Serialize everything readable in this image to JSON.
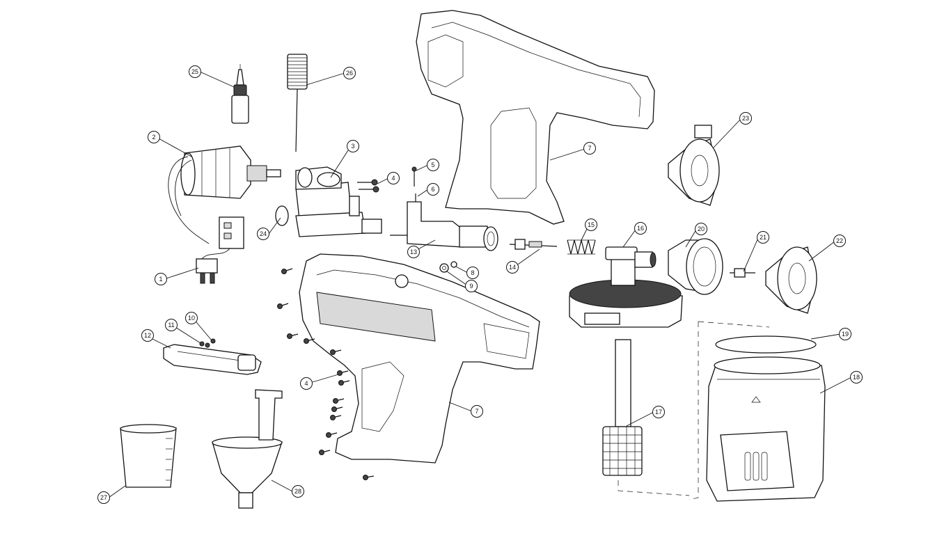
{
  "callouts": [
    {
      "id": "c1",
      "label": "1"
    },
    {
      "id": "c2",
      "label": "2"
    },
    {
      "id": "c3",
      "label": "3"
    },
    {
      "id": "c4a",
      "label": "4"
    },
    {
      "id": "c4b",
      "label": "4"
    },
    {
      "id": "c5",
      "label": "5"
    },
    {
      "id": "c6",
      "label": "6"
    },
    {
      "id": "c7a",
      "label": "7"
    },
    {
      "id": "c7b",
      "label": "7"
    },
    {
      "id": "c8",
      "label": "8"
    },
    {
      "id": "c9",
      "label": "9"
    },
    {
      "id": "c10",
      "label": "10"
    },
    {
      "id": "c11",
      "label": "11"
    },
    {
      "id": "c12",
      "label": "12"
    },
    {
      "id": "c13",
      "label": "13"
    },
    {
      "id": "c14",
      "label": "14"
    },
    {
      "id": "c15",
      "label": "15"
    },
    {
      "id": "c16",
      "label": "16"
    },
    {
      "id": "c17",
      "label": "17"
    },
    {
      "id": "c18",
      "label": "18"
    },
    {
      "id": "c19",
      "label": "19"
    },
    {
      "id": "c20",
      "label": "20"
    },
    {
      "id": "c21",
      "label": "21"
    },
    {
      "id": "c22",
      "label": "22"
    },
    {
      "id": "c23",
      "label": "23"
    },
    {
      "id": "c24",
      "label": "24"
    },
    {
      "id": "c25",
      "label": "25"
    },
    {
      "id": "c26",
      "label": "26"
    },
    {
      "id": "c27",
      "label": "27"
    },
    {
      "id": "c28",
      "label": "28"
    }
  ]
}
